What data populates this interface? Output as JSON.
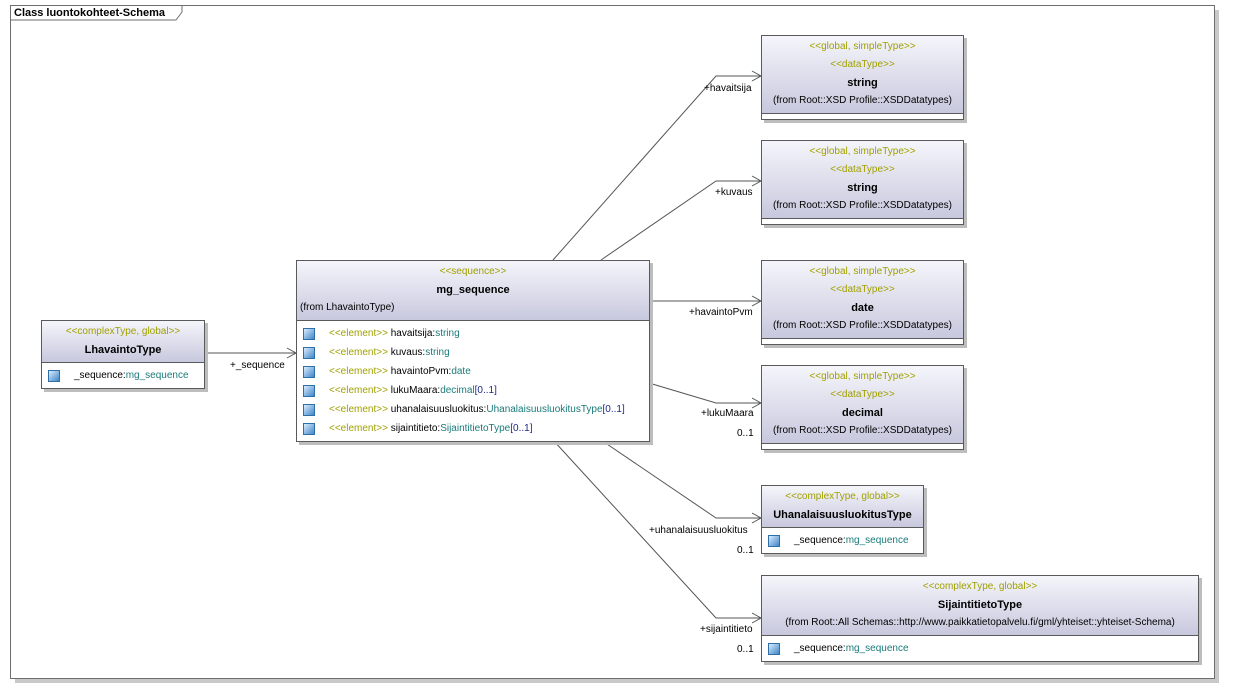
{
  "diagram": {
    "title": "Class luontokohteet-Schema"
  },
  "classes": {
    "lhavainto": {
      "stereotype": "<<complexType, global>>",
      "name": "LhavaintoType",
      "attr_name": "_sequence:",
      "attr_type": "mg_sequence"
    },
    "mg_sequence": {
      "stereotype": "<<sequence>>",
      "name": "mg_sequence",
      "from": "(from LhavaintoType)",
      "attrs": [
        {
          "stereo": "<<element>>",
          "name": "havaitsija:",
          "type": "string",
          "mult": ""
        },
        {
          "stereo": "<<element>>",
          "name": "kuvaus:",
          "type": "string",
          "mult": ""
        },
        {
          "stereo": "<<element>>",
          "name": "havaintoPvm:",
          "type": "date",
          "mult": ""
        },
        {
          "stereo": "<<element>>",
          "name": "lukuMaara:",
          "type": "decimal",
          "mult": "[0..1]"
        },
        {
          "stereo": "<<element>>",
          "name": "uhanalaisuusluokitus:",
          "type": "UhanalaisuusluokitusType",
          "mult": "[0..1]"
        },
        {
          "stereo": "<<element>>",
          "name": "sijaintitieto:",
          "type": "SijaintitietoType",
          "mult": "[0..1]"
        }
      ]
    },
    "string1": {
      "stereotype1": "<<global, simpleType>>",
      "stereotype2": "<<dataType>>",
      "name": "string",
      "from": "(from Root::XSD Profile::XSDDatatypes)"
    },
    "string2": {
      "stereotype1": "<<global, simpleType>>",
      "stereotype2": "<<dataType>>",
      "name": "string",
      "from": "(from Root::XSD Profile::XSDDatatypes)"
    },
    "date": {
      "stereotype1": "<<global, simpleType>>",
      "stereotype2": "<<dataType>>",
      "name": "date",
      "from": "(from Root::XSD Profile::XSDDatatypes)"
    },
    "decimal": {
      "stereotype1": "<<global, simpleType>>",
      "stereotype2": "<<dataType>>",
      "name": "decimal",
      "from": "(from Root::XSD Profile::XSDDatatypes)"
    },
    "uhanalaisuus": {
      "stereotype": "<<complexType, global>>",
      "name": "UhanalaisuusluokitusType",
      "attr_name": "_sequence:",
      "attr_type": "mg_sequence"
    },
    "sijainti": {
      "stereotype": "<<complexType, global>>",
      "name": "SijaintitietoType",
      "from": "(from Root::All Schemas::http://www.paikkatietopalvelu.fi/gml/yhteiset::yhteiset-Schema)",
      "attr_name": "_sequence:",
      "attr_type": "mg_sequence"
    }
  },
  "links": {
    "sequence_role": "+_sequence",
    "havaitsija_role": "+havaitsija",
    "kuvaus_role": "+kuvaus",
    "havaintoPvm_role": "+havaintoPvm",
    "lukuMaara_role": "+lukuMaara",
    "lukuMaara_mult": "0..1",
    "uhanalaisuus_role": "+uhanalaisuusluokitus",
    "uhanalaisuus_mult": "0..1",
    "sijainti_role": "+sijaintitieto",
    "sijainti_mult": "0..1"
  }
}
